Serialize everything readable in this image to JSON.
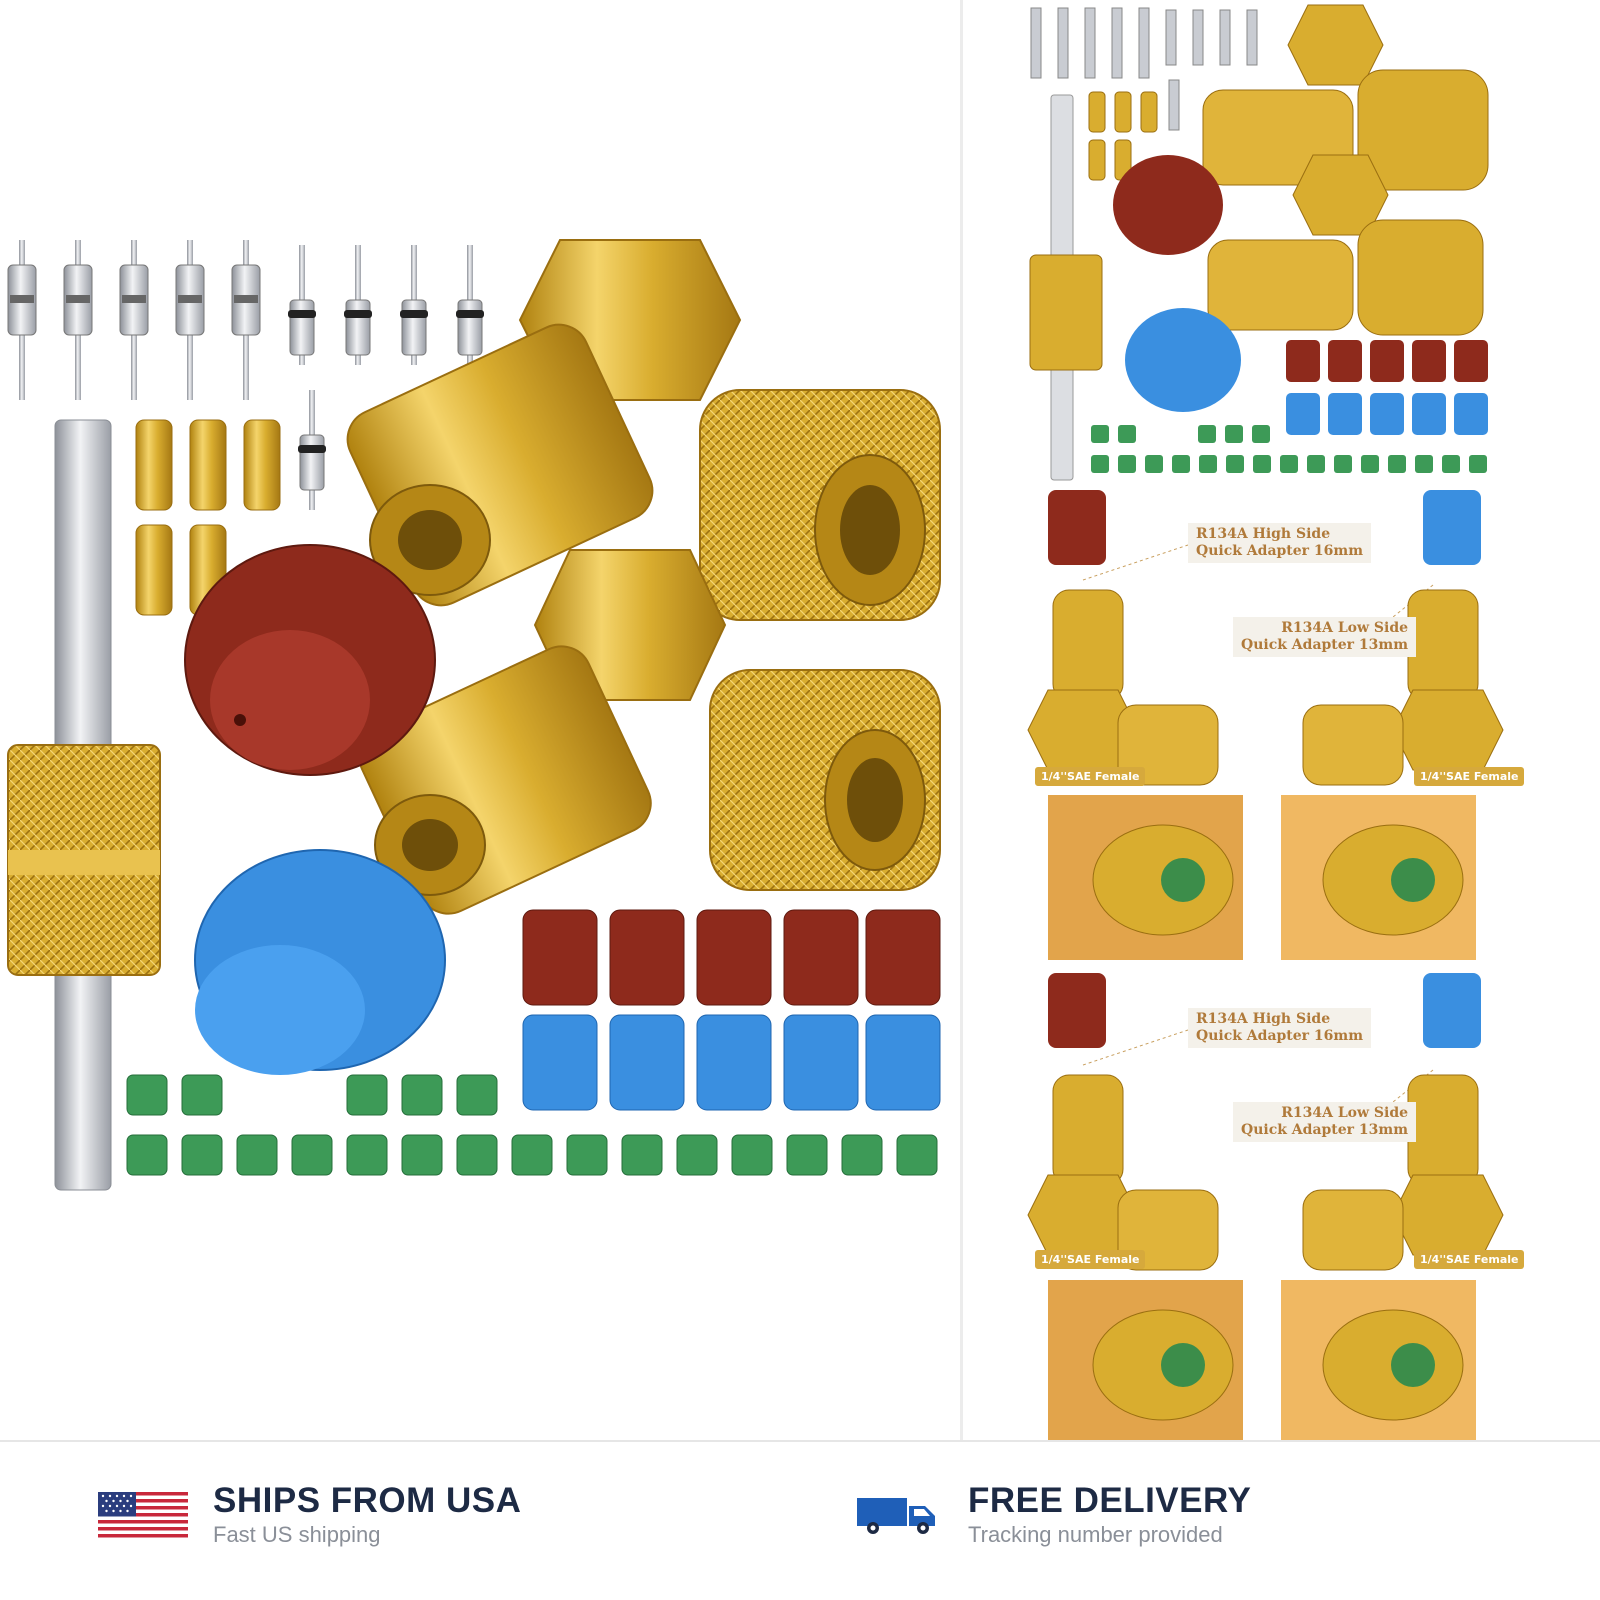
{
  "product_images": {
    "left": {
      "name": "ac-adapter-kit-main"
    },
    "right": {
      "sections": [
        {
          "high_side_label": "R134A High Side\nQuick Adapter 16mm",
          "low_side_label": "R134A Low Side\nQuick Adapter 13mm",
          "left_tag": "1/4''SAE Female",
          "right_tag": "1/4''SAE Female"
        },
        {
          "high_side_label": "R134A High Side\nQuick Adapter 16mm",
          "low_side_label": "R134A Low Side\nQuick Adapter 13mm",
          "left_tag": "1/4''SAE Female",
          "right_tag": "1/4''SAE Female"
        }
      ]
    }
  },
  "features": [
    {
      "icon": "us-flag-icon",
      "title": "SHIPS FROM USA",
      "subtitle": "Fast US shipping"
    },
    {
      "icon": "delivery-truck-icon",
      "title": "FREE DELIVERY",
      "subtitle": "Tracking number provided"
    }
  ],
  "colors": {
    "brass": "#d9ad2f",
    "brass_dark": "#a97a12",
    "cap_red": "#8e2a1c",
    "cap_blue": "#3a8fe0",
    "seal_green": "#3d9a57",
    "title_navy": "#1d2a44",
    "subtitle_gray": "#8a8f98",
    "label_gold": "#b07a3a"
  }
}
